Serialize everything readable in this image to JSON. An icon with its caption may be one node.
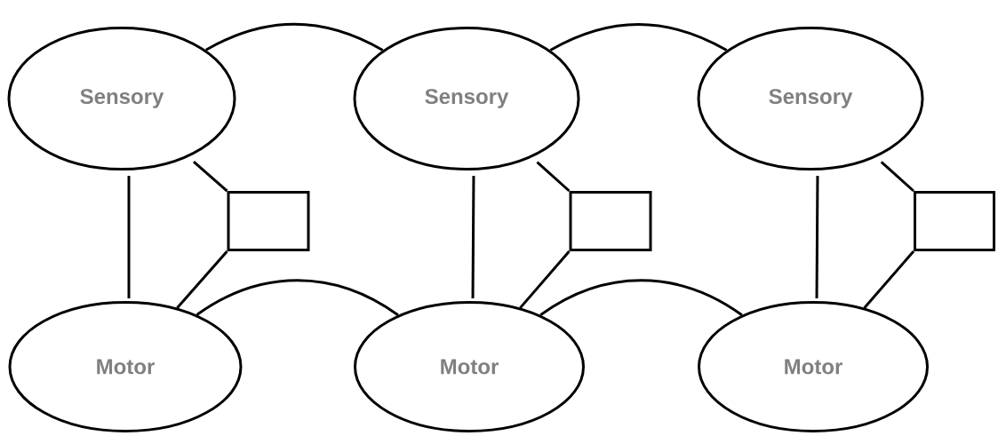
{
  "diagram": {
    "nodes": [
      {
        "text": [
          "Sensory"
        ]
      },
      {
        "text": [
          "Sensory"
        ]
      },
      {
        "text": [
          "Sensory"
        ]
      },
      {
        "text": [],
        "shape": "box"
      },
      {
        "text": [],
        "shape": "box"
      },
      {
        "text": [],
        "shape": "box"
      },
      {
        "text": [
          "Motor"
        ]
      },
      {
        "text": [
          "Motor"
        ]
      },
      {
        "text": [
          "Motor"
        ]
      }
    ],
    "edges": [
      {
        "from": 0,
        "to": 1,
        "arrow": "none"
      },
      {
        "from": 1,
        "to": 2,
        "arrow": "none"
      },
      {
        "from": 0,
        "to": 6,
        "arrow": "none"
      },
      {
        "from": 0,
        "to": 3,
        "arrow": "none"
      },
      {
        "from": 3,
        "to": 6,
        "arrow": "none"
      },
      {
        "from": 1,
        "to": 7,
        "arrow": "none"
      },
      {
        "from": 1,
        "to": 4,
        "arrow": "none"
      },
      {
        "from": 4,
        "to": 7,
        "arrow": "none"
      },
      {
        "from": 2,
        "to": 8,
        "arrow": "none"
      },
      {
        "from": 2,
        "to": 5,
        "arrow": "none"
      },
      {
        "from": 5,
        "to": 8,
        "arrow": "none"
      },
      {
        "from": 6,
        "to": 7,
        "arrow": "none"
      },
      {
        "from": 7,
        "to": 8,
        "arrow": "none"
      }
    ]
  }
}
